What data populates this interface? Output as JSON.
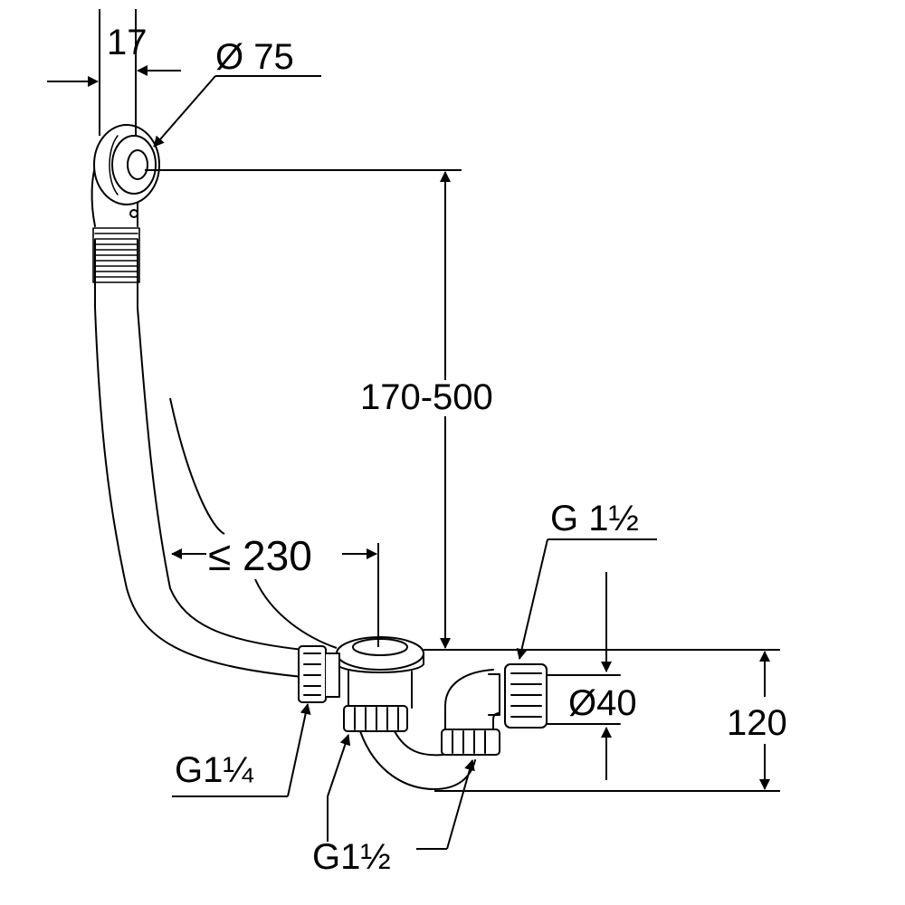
{
  "labels": {
    "outlet_thickness": "17",
    "outlet_diameter": "Ø 75",
    "height_range": "170-500",
    "horizontal_distance": "≤ 230",
    "outlet_thread": "G 1½",
    "pipe_diameter": "Ø40",
    "trap_height": "120",
    "overflow_thread": "G1¼",
    "waste_thread": "G1½"
  },
  "colors": {
    "line": "#000000",
    "fill": "#ffffff"
  }
}
